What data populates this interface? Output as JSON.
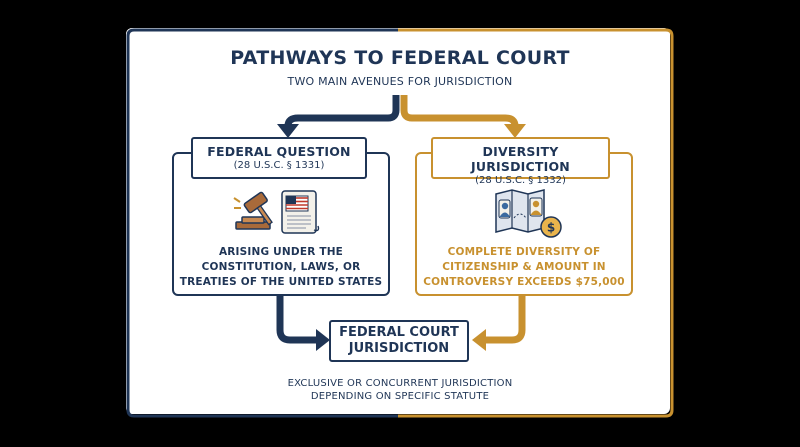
{
  "title": "PATHWAYS TO FEDERAL COURT",
  "subtitle": "TWO MAIN AVENUES FOR JURISDICTION",
  "left_path": {
    "heading": "FEDERAL QUESTION",
    "citation": "(28 U.S.C. § 1331)",
    "description_lines": [
      "ARISING UNDER THE",
      "CONSTITUTION, LAWS, OR",
      "TREATIES OF THE UNITED STATES"
    ],
    "icons": [
      "gavel-icon",
      "flag-document-icon"
    ]
  },
  "right_path": {
    "heading": "DIVERSITY JURISDICTION",
    "citation": "(28 U.S.C. § 1332)",
    "description_lines": [
      "COMPLETE DIVERSITY OF",
      "CITIZENSHIP & AMOUNT IN",
      "CONTROVERSY EXCEEDS $75,000"
    ],
    "icons": [
      "map-people-icon",
      "dollar-coin-icon"
    ],
    "coin_symbol": "$"
  },
  "target": {
    "lines": [
      "FEDERAL COURT",
      "JURISDICTION"
    ]
  },
  "footnote_lines": [
    "EXCLUSIVE OR CONCURRENT JURISDICTION",
    "DEPENDING ON SPECIFIC STATUTE"
  ],
  "colors": {
    "navy": "#1f3556",
    "gold": "#c8912f",
    "background": "#000000",
    "panel": "#ffffff"
  }
}
